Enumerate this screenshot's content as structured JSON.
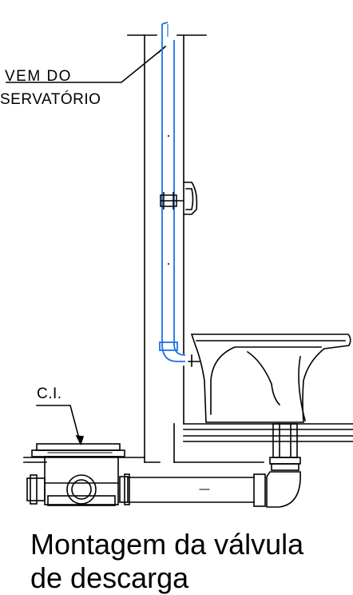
{
  "labels": {
    "supply_line_1": "VEM  DO",
    "supply_line_2": "SERVATÓRIO",
    "inspection_box": "C.I."
  },
  "caption": {
    "line1": "Montagem da válvula",
    "line2": "de descarga"
  },
  "colors": {
    "line": "#000000",
    "pipe": "#1a73e8",
    "background": "#ffffff"
  }
}
